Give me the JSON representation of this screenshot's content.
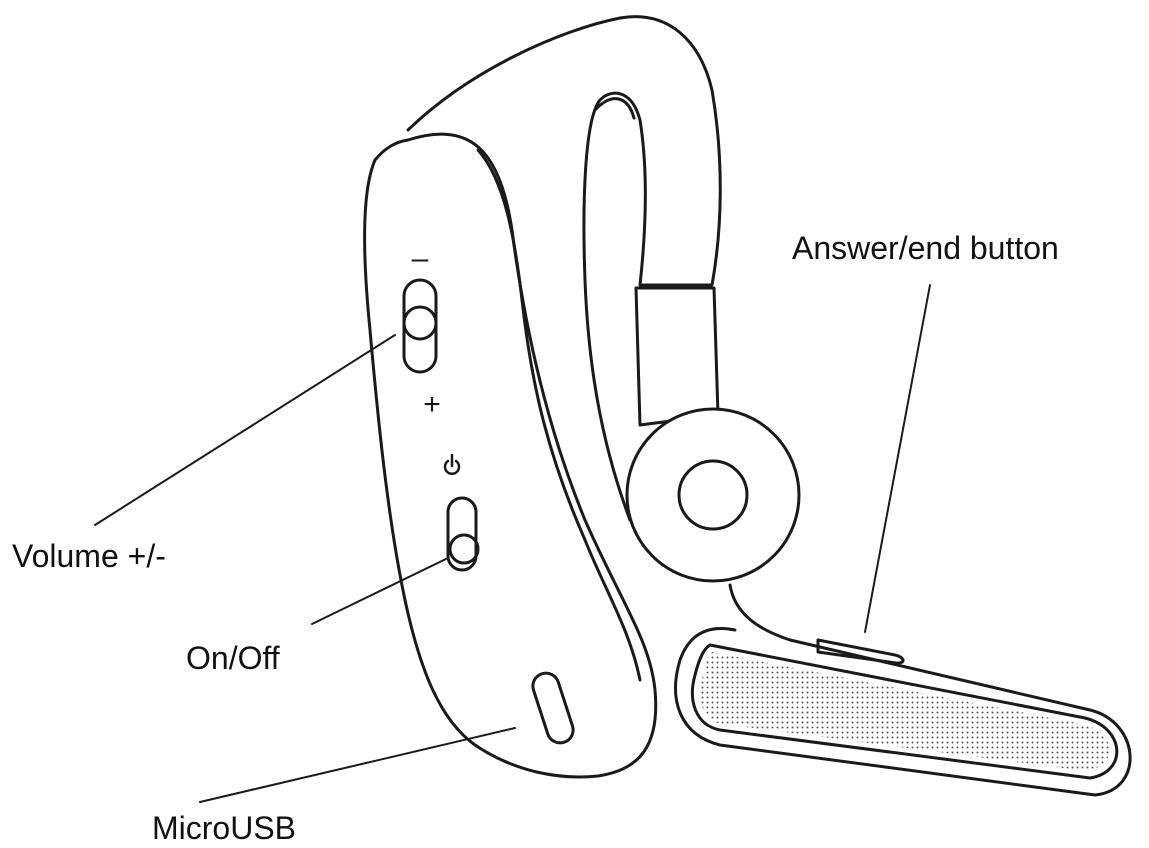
{
  "labels": {
    "answer_end": "Answer/end button",
    "volume": "Volume +/-",
    "on_off": "On/Off",
    "micro_usb": "MicroUSB"
  },
  "markings": {
    "volume_minus": "–",
    "volume_plus": "+"
  },
  "colors": {
    "line": "#1a1a1a",
    "background": "#ffffff",
    "mesh_dot": "#555555"
  },
  "icons": {
    "power_symbol": "power-icon"
  }
}
